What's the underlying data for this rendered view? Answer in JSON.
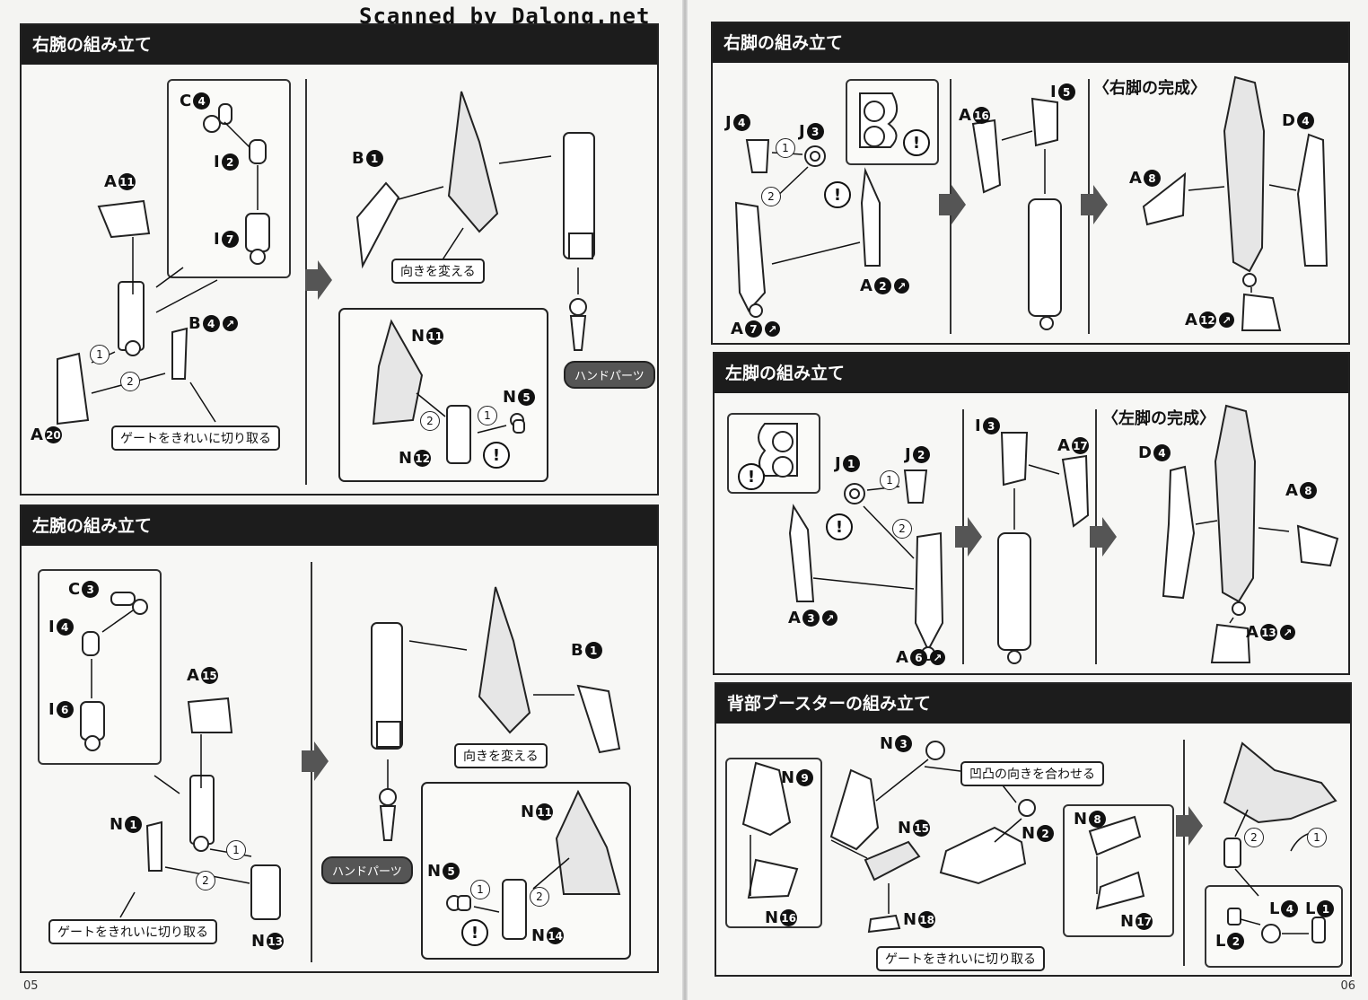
{
  "watermark": "Scanned by Dalong.net",
  "page_left": "05",
  "page_right": "06",
  "right_arm": {
    "title": "右腕の組み立て",
    "labels": {
      "c4": [
        "C",
        "4"
      ],
      "i2": [
        "I",
        "2"
      ],
      "i7": [
        "I",
        "7"
      ],
      "a11": [
        "A",
        "11"
      ],
      "b4": [
        "B",
        "4"
      ],
      "a20": [
        "A",
        "20"
      ],
      "b1": [
        "B",
        "1"
      ],
      "n11": [
        "N",
        "11"
      ],
      "n5": [
        "N",
        "5"
      ],
      "n12": [
        "N",
        "12"
      ]
    },
    "gate_note": "ゲートをきれいに切り取る",
    "orient_note": "向きを変える",
    "hand_parts": "ハンドパーツ"
  },
  "left_arm": {
    "title": "左腕の組み立て",
    "labels": {
      "c3": [
        "C",
        "3"
      ],
      "i4": [
        "I",
        "4"
      ],
      "i6": [
        "I",
        "6"
      ],
      "a15": [
        "A",
        "15"
      ],
      "n1": [
        "N",
        "1"
      ],
      "n13": [
        "N",
        "13"
      ],
      "b1": [
        "B",
        "1"
      ],
      "n11": [
        "N",
        "11"
      ],
      "n5": [
        "N",
        "5"
      ],
      "n14": [
        "N",
        "14"
      ]
    },
    "gate_note": "ゲートをきれいに切り取る",
    "orient_note": "向きを変える",
    "hand_parts": "ハンドパーツ"
  },
  "right_leg": {
    "title": "右脚の組み立て",
    "labels": {
      "j4": [
        "J",
        "4"
      ],
      "j3": [
        "J",
        "3"
      ],
      "a16": [
        "A",
        "16"
      ],
      "i5": [
        "I",
        "5"
      ],
      "a2": [
        "A",
        "2"
      ],
      "a7": [
        "A",
        "7"
      ],
      "d4": [
        "D",
        "4"
      ],
      "a8": [
        "A",
        "8"
      ],
      "a12": [
        "A",
        "12"
      ]
    },
    "complete": "〈右脚の完成〉"
  },
  "left_leg": {
    "title": "左脚の組み立て",
    "labels": {
      "j1": [
        "J",
        "1"
      ],
      "j2": [
        "J",
        "2"
      ],
      "i3": [
        "I",
        "3"
      ],
      "a17": [
        "A",
        "17"
      ],
      "a3": [
        "A",
        "3"
      ],
      "a6": [
        "A",
        "6"
      ],
      "d4": [
        "D",
        "4"
      ],
      "a8": [
        "A",
        "8"
      ],
      "a13": [
        "A",
        "13"
      ]
    },
    "complete": "〈左脚の完成〉"
  },
  "back_booster": {
    "title": "背部ブースターの組み立て",
    "labels": {
      "n3": [
        "N",
        "3"
      ],
      "n9": [
        "N",
        "9"
      ],
      "n15": [
        "N",
        "15"
      ],
      "n2": [
        "N",
        "2"
      ],
      "n8": [
        "N",
        "8"
      ],
      "n16": [
        "N",
        "16"
      ],
      "n18": [
        "N",
        "18"
      ],
      "n17": [
        "N",
        "17"
      ],
      "l4": [
        "L",
        "4"
      ],
      "l1": [
        "L",
        "1"
      ],
      "l2": [
        "L",
        "2"
      ]
    },
    "align_note": "凹凸の向きを合わせる",
    "gate_note": "ゲートをきれいに切り取る"
  },
  "steps": {
    "one": "1",
    "two": "2"
  },
  "warn_mark": "!"
}
